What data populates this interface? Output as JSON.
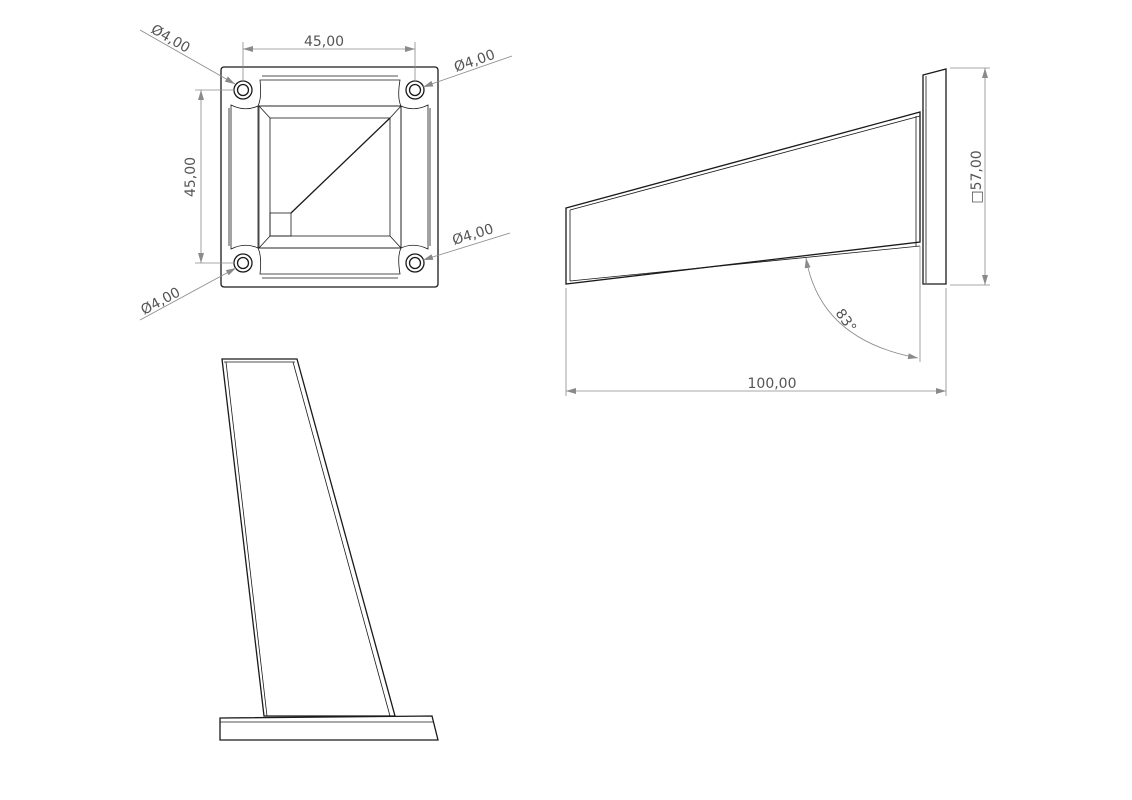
{
  "drawing": {
    "top_view": {
      "width_dim": "45,00",
      "height_dim": "45,00",
      "hole_top_left": "Ø4,00",
      "hole_top_right": "Ø4,00",
      "hole_bottom_right": "Ø4,00",
      "hole_bottom_left": "Ø4,00"
    },
    "side_view": {
      "square_dim": "□57,00",
      "length_dim": "100,00",
      "angle_dim": "83°"
    },
    "colors": {
      "line": "#1a1a1a",
      "dimension": "#8a8a8a"
    }
  }
}
